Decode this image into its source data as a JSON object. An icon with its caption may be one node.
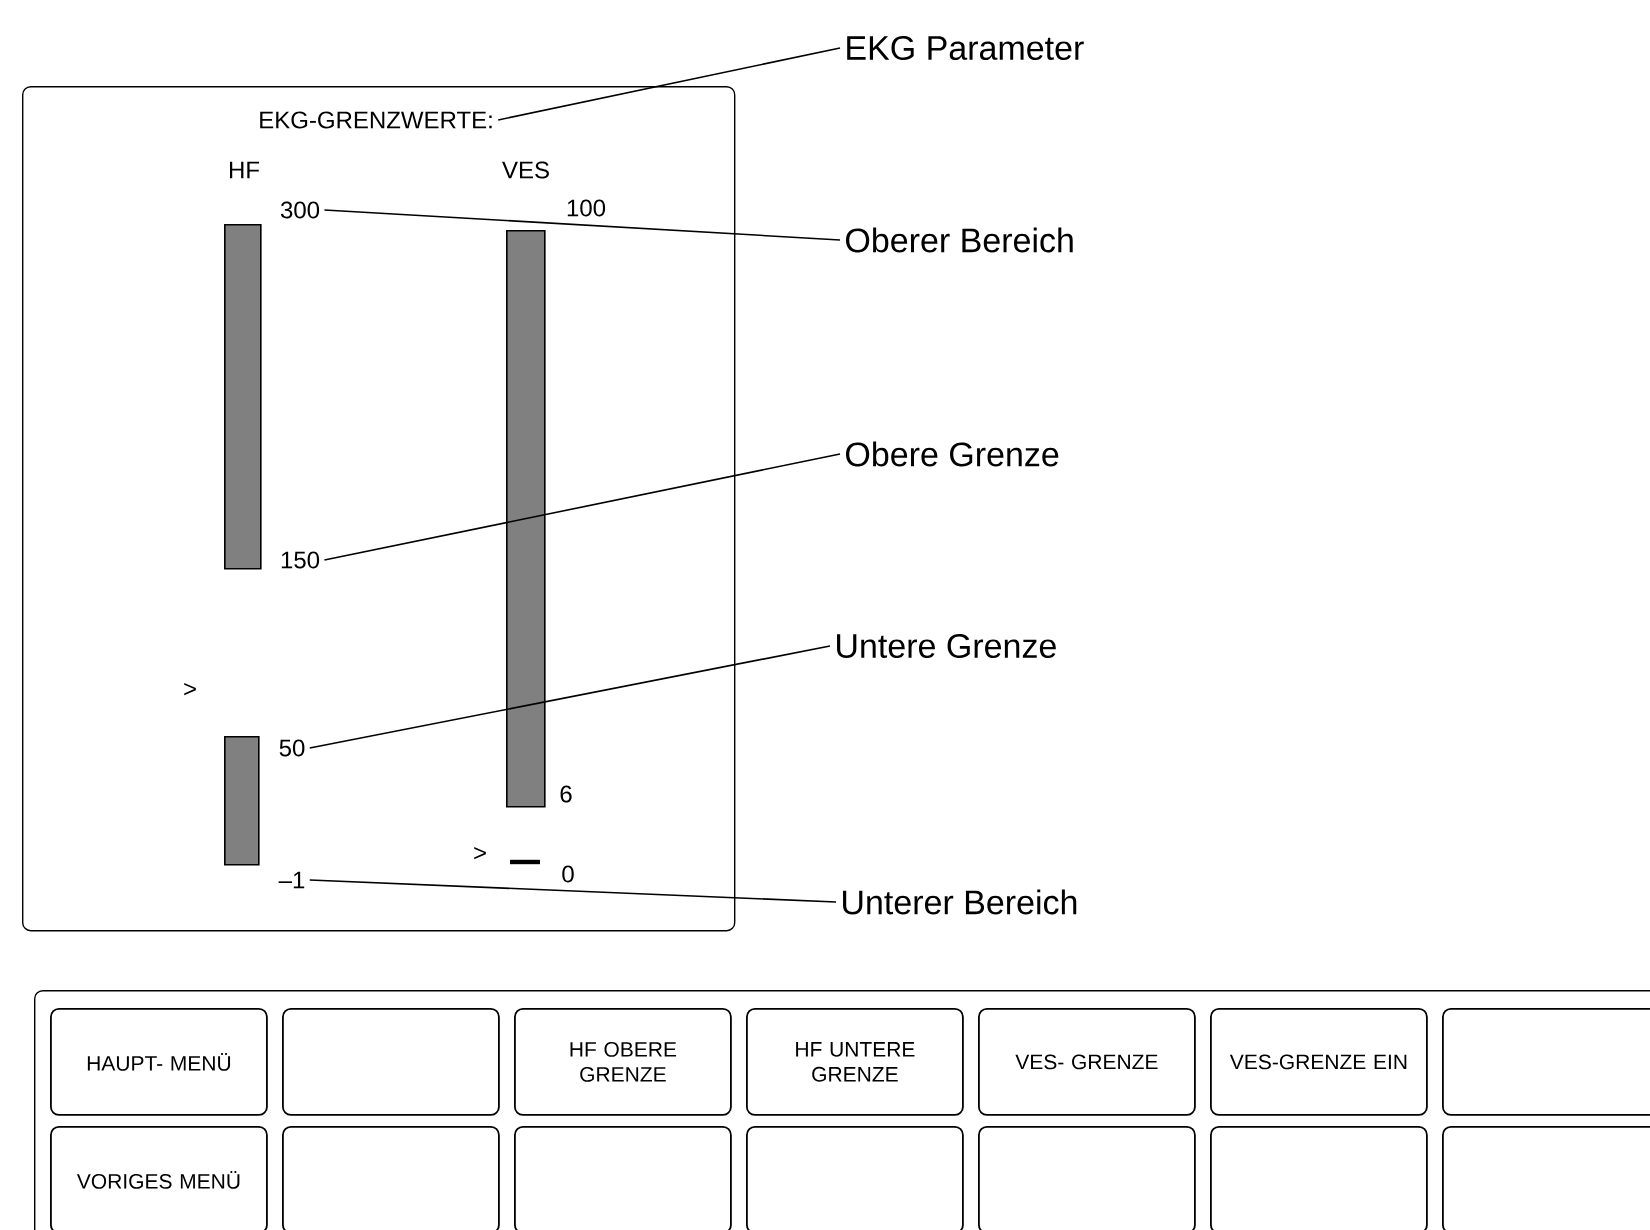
{
  "diagram": {
    "nodes": [
      {
        "text": [],
        "shape": "box"
      },
      {
        "text": [
          "EKG-GRENZWERTE:"
        ],
        "in": 0
      },
      {
        "text": [
          "300"
        ],
        "in": 0
      },
      {
        "text": [
          "150"
        ],
        "in": 0
      },
      {
        "text": [
          "50"
        ],
        "in": 0
      },
      {
        "text": [
          "–1"
        ],
        "in": 0
      },
      {
        "text": [
          "EKG Parameter"
        ]
      },
      {
        "text": [
          "Oberer Bereich"
        ]
      },
      {
        "text": [
          "Obere Grenze"
        ]
      },
      {
        "text": [
          "Untere Grenze"
        ]
      },
      {
        "text": [
          "Unterer Bereich"
        ]
      },
      {
        "text": [],
        "shape": "box"
      },
      {
        "text": [
          "HAUPT- MENÜ"
        ],
        "in": 11
      },
      {
        "text": [],
        "shape": "box",
        "in": 11
      },
      {
        "text": [
          "HF OBERE GRENZE"
        ],
        "in": 11
      },
      {
        "text": [
          "HF UNTERE GRENZE"
        ],
        "in": 11
      },
      {
        "text": [
          "VES- GRENZE"
        ],
        "in": 11
      },
      {
        "text": [
          "VES-GRENZE EIN"
        ],
        "in": 11
      },
      {
        "text": [],
        "shape": "box",
        "in": 11
      },
      {
        "text": [
          "VORIGES MENÜ"
        ],
        "in": 11
      },
      {
        "text": [],
        "shape": "box",
        "in": 11
      },
      {
        "text": [],
        "shape": "box",
        "in": 11
      },
      {
        "text": [],
        "shape": "box",
        "in": 11
      },
      {
        "text": [],
        "shape": "box",
        "in": 11
      },
      {
        "text": [],
        "shape": "box",
        "in": 11
      },
      {
        "text": [],
        "shape": "box",
        "in": 11
      },
      {
        "text": [],
        "shape": "bar",
        "in": 0
      },
      {
        "text": [],
        "shape": "bar",
        "in": 0
      },
      {
        "text": [],
        "shape": "bar",
        "in": 0
      }
    ],
    "edges": [
      {
        "from": 6,
        "to": 1,
        "arrow": "none"
      },
      {
        "from": 7,
        "to": 2,
        "arrow": "none"
      },
      {
        "from": 8,
        "to": 3,
        "arrow": "none"
      },
      {
        "from": 9,
        "to": 4,
        "arrow": "none"
      },
      {
        "from": 10,
        "to": 5,
        "arrow": "none"
      }
    ],
    "labels": [
      "HF",
      "VES",
      "100",
      ">",
      "6",
      ">",
      "0"
    ]
  }
}
